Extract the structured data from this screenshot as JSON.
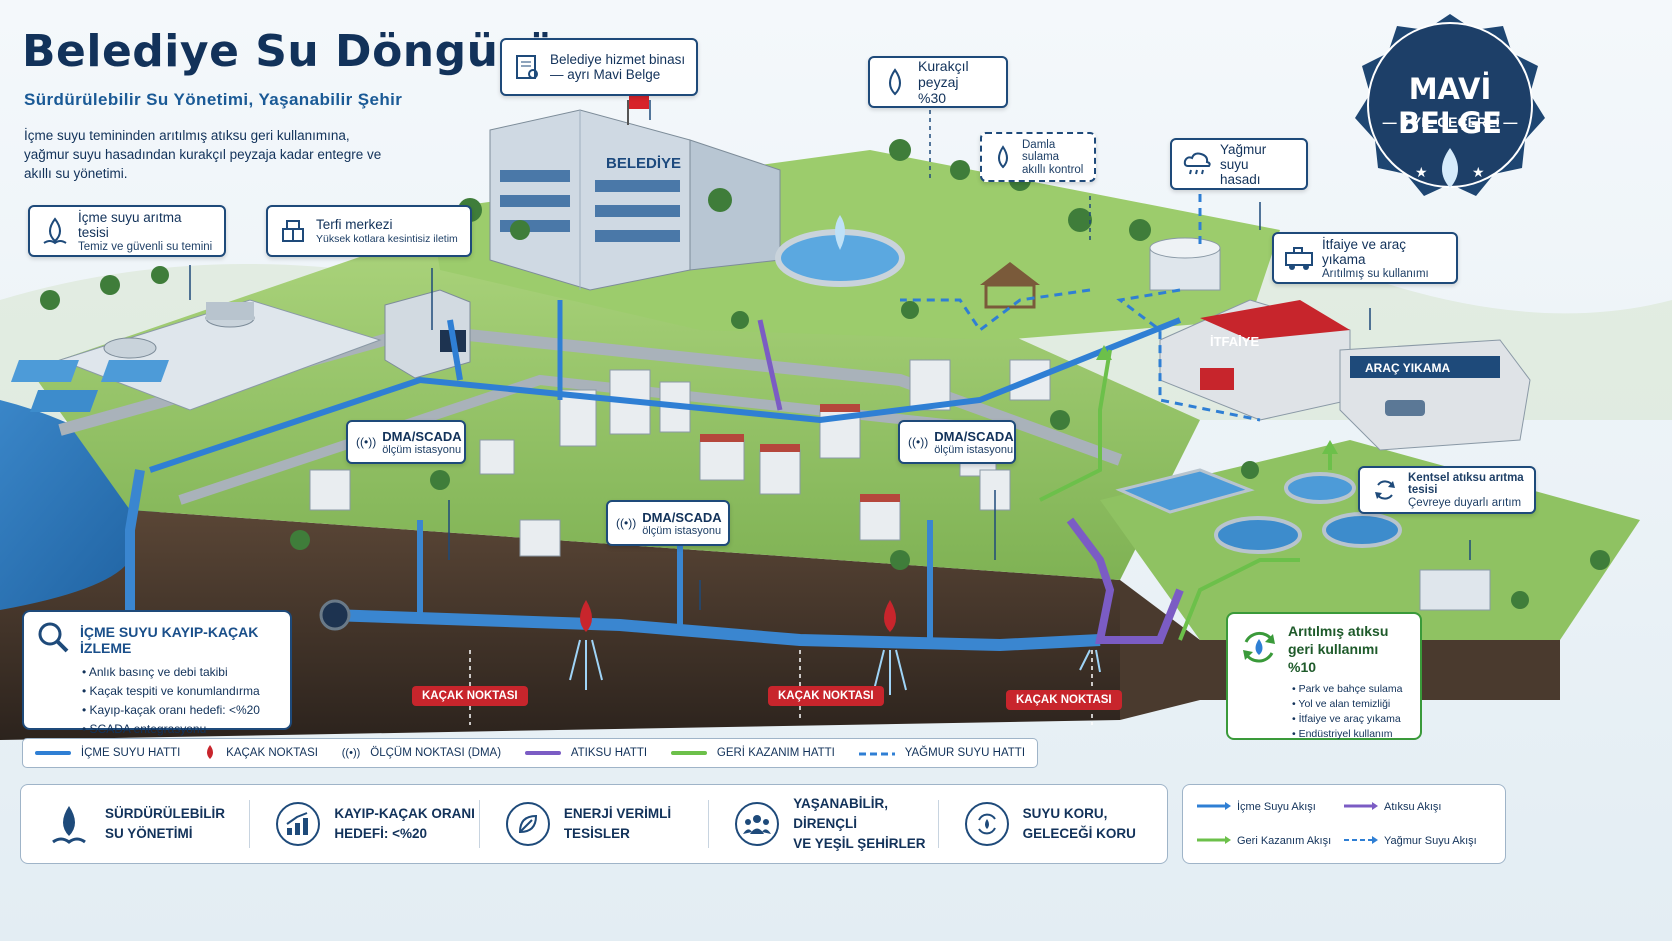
{
  "header": {
    "title": "Belediye Su Döngüsü",
    "subtitle": "Sürdürülebilir Su Yönetimi, Yaşanabilir Şehir",
    "intro": "İçme suyu temininden arıtılmış atıksu geri kullanımına, yağmur suyu hasadından kurakçıl peyzaja kadar entegre ve akıllı su yönetimi."
  },
  "badge": {
    "title": "MAVİ BELGE",
    "subtitle": "— 5 YIL GEÇERLİ —"
  },
  "callouts": {
    "belediye": {
      "line1": "Belediye hizmet binası",
      "line2": "— ayrı Mavi Belge"
    },
    "peyzaj": {
      "line1": "Kurakçıl peyzaj",
      "line2": "%30"
    },
    "damla": {
      "line1": "Damla sulama",
      "line2": "akıllı kontrol"
    },
    "yagmur": {
      "line1": "Yağmur suyu",
      "line2": "hasadı"
    },
    "icme": {
      "line1": "İçme suyu arıtma tesisi",
      "line2": "Temiz ve güvenli su temini"
    },
    "terfi": {
      "line1": "Terfi merkezi",
      "line2": "Yüksek kotlara kesintisiz iletim"
    },
    "itfaiye": {
      "line1": "İtfaiye ve araç yıkama",
      "line2": "Arıtılmış su kullanımı"
    },
    "atiksu": {
      "line1": "Kentsel atıksu arıtma tesisi",
      "line2": "Çevreye duyarlı arıtım"
    }
  },
  "scene_labels": {
    "belediye_sign": "BELEDİYE",
    "itfaiye_sign": "İTFAİYE",
    "arac_sign": "ARAÇ YIKAMA"
  },
  "dma": [
    {
      "line1": "DMA/SCADA",
      "line2": "ölçüm istasyonu"
    },
    {
      "line1": "DMA/SCADA",
      "line2": "ölçüm istasyonu"
    },
    {
      "line1": "DMA/SCADA",
      "line2": "ölçüm istasyonu"
    }
  ],
  "leaks": [
    "KAÇAK NOKTASI",
    "KAÇAK NOKTASI",
    "KAÇAK NOKTASI"
  ],
  "leak_panel": {
    "title": "İÇME SUYU KAYIP-KAÇAK İZLEME",
    "items": [
      "Anlık basınç ve debi takibi",
      "Kaçak tespiti ve konumlandırma",
      "Kayıp-kaçak oranı hedefi: <%20",
      "SCADA entegrasyonu"
    ]
  },
  "reuse_panel": {
    "title": "Arıtılmış atıksu geri kullanımı %10",
    "items": [
      "Park ve bahçe sulama",
      "Yol ve alan temizliği",
      "İtfaiye ve araç yıkama",
      "Endüstriyel kullanım"
    ]
  },
  "legend": [
    {
      "label": "İÇME SUYU HATTI",
      "color": "#2f7fd4",
      "icon": "line-icon"
    },
    {
      "label": "KAÇAK NOKTASI",
      "color": "#c8252c",
      "icon": "drop-icon"
    },
    {
      "label": "ÖLÇÜM NOKTASI (DMA)",
      "color": "#12325a",
      "icon": "signal-icon"
    },
    {
      "label": "ATIKSU HATTI",
      "color": "#7b5cc4",
      "icon": "line-icon"
    },
    {
      "label": "GERİ KAZANIM HATTI",
      "color": "#6cc04a",
      "icon": "line-icon"
    },
    {
      "label": "YAĞMUR SUYU HATTI",
      "color": "#2f7fd4",
      "icon": "dashed-line-icon"
    }
  ],
  "footer": [
    {
      "label": "SÜRDÜRÜLEBİLİR\nSU YÖNETİMİ",
      "icon": "water-drop-icon"
    },
    {
      "label": "KAYIP-KAÇAK ORANI\nHEDEFİ: <%20",
      "icon": "growth-chart-icon"
    },
    {
      "label": "ENERJİ VERİMLİ\nTESİSLER",
      "icon": "leaf-icon"
    },
    {
      "label": "YAŞANABİLİR, DİRENÇLİ\nVE YEŞİL ŞEHİRLER",
      "icon": "people-icon"
    },
    {
      "label": "SUYU KORU,\nGELECEĞİ KORU",
      "icon": "recycle-drop-icon"
    }
  ],
  "flow_legend": [
    {
      "label": "İçme Suyu Akışı",
      "color": "#2f7fd4",
      "style": "solid"
    },
    {
      "label": "Atıksu Akışı",
      "color": "#7b5cc4",
      "style": "solid"
    },
    {
      "label": "Geri Kazanım Akışı",
      "color": "#6cc04a",
      "style": "solid"
    },
    {
      "label": "Yağmur Suyu Akışı",
      "color": "#2f7fd4",
      "style": "dashed"
    }
  ],
  "colors": {
    "navy": "#12325a",
    "potable": "#2f7fd4",
    "wastewater": "#7b5cc4",
    "recovery": "#6cc04a",
    "leak": "#c8252c",
    "grass": "#8cc061",
    "soil": "#3e3128"
  }
}
